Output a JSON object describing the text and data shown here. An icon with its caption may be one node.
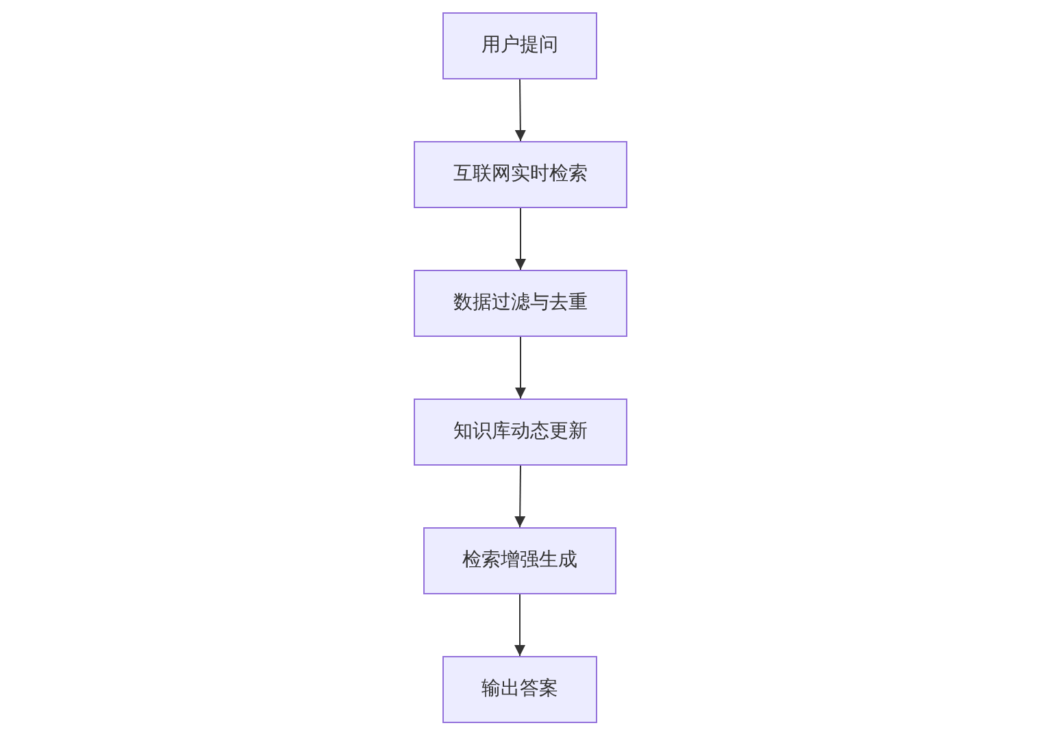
{
  "diagram": {
    "nodes": [
      {
        "text": [
          "用户提问"
        ]
      },
      {
        "text": [
          "互联网实时检索"
        ]
      },
      {
        "text": [
          "数据过滤与去重"
        ]
      },
      {
        "text": [
          "知识库动态更新"
        ]
      },
      {
        "text": [
          "检索增强生成"
        ]
      },
      {
        "text": [
          "输出答案"
        ]
      }
    ],
    "edges": [
      {
        "from": 0,
        "to": 1,
        "arrow": "to"
      },
      {
        "from": 1,
        "to": 2,
        "arrow": "to"
      },
      {
        "from": 2,
        "to": 3,
        "arrow": "to"
      },
      {
        "from": 3,
        "to": 4,
        "arrow": "to"
      },
      {
        "from": 4,
        "to": 5,
        "arrow": "to"
      }
    ]
  }
}
